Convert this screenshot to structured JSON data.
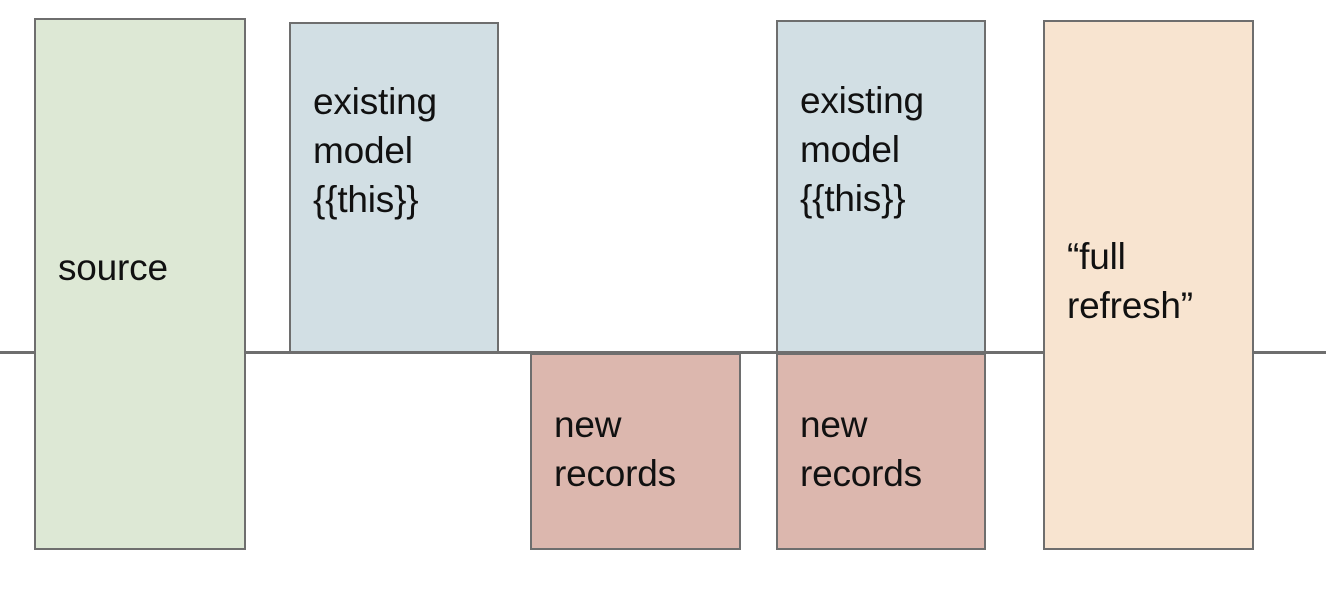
{
  "diagram": {
    "title": "incremental model full refresh diagram",
    "background_color": "#ffffff",
    "axis": {
      "name": "timeline-rule",
      "orientation": "horizontal",
      "color": "#6e6e6e"
    },
    "palette": {
      "source_fill": "#dde8d5",
      "model_fill": "#d2dfe4",
      "new_records_fill": "#dcb7ae",
      "full_refresh_fill": "#f8e4d0",
      "stroke": "#6e6e6e",
      "text": "#111111"
    },
    "nodes": [
      {
        "id": "source",
        "label": "source",
        "fill": "#dde8d5",
        "position": "spans-rule"
      },
      {
        "id": "model-before",
        "label": "existing\nmodel\n{{this}}",
        "fill": "#d2dfe4",
        "position": "above-rule"
      },
      {
        "id": "new-records-1",
        "label": "new\nrecords",
        "fill": "#dcb7ae",
        "position": "below-rule"
      },
      {
        "id": "model-after",
        "label": "existing\nmodel\n{{this}}",
        "fill": "#d2dfe4",
        "position": "above-rule"
      },
      {
        "id": "new-records-2",
        "label": "new\nrecords",
        "fill": "#dcb7ae",
        "position": "below-rule"
      },
      {
        "id": "full-refresh",
        "label": "“full\nrefresh”",
        "fill": "#f8e4d0",
        "position": "spans-rule"
      }
    ]
  }
}
